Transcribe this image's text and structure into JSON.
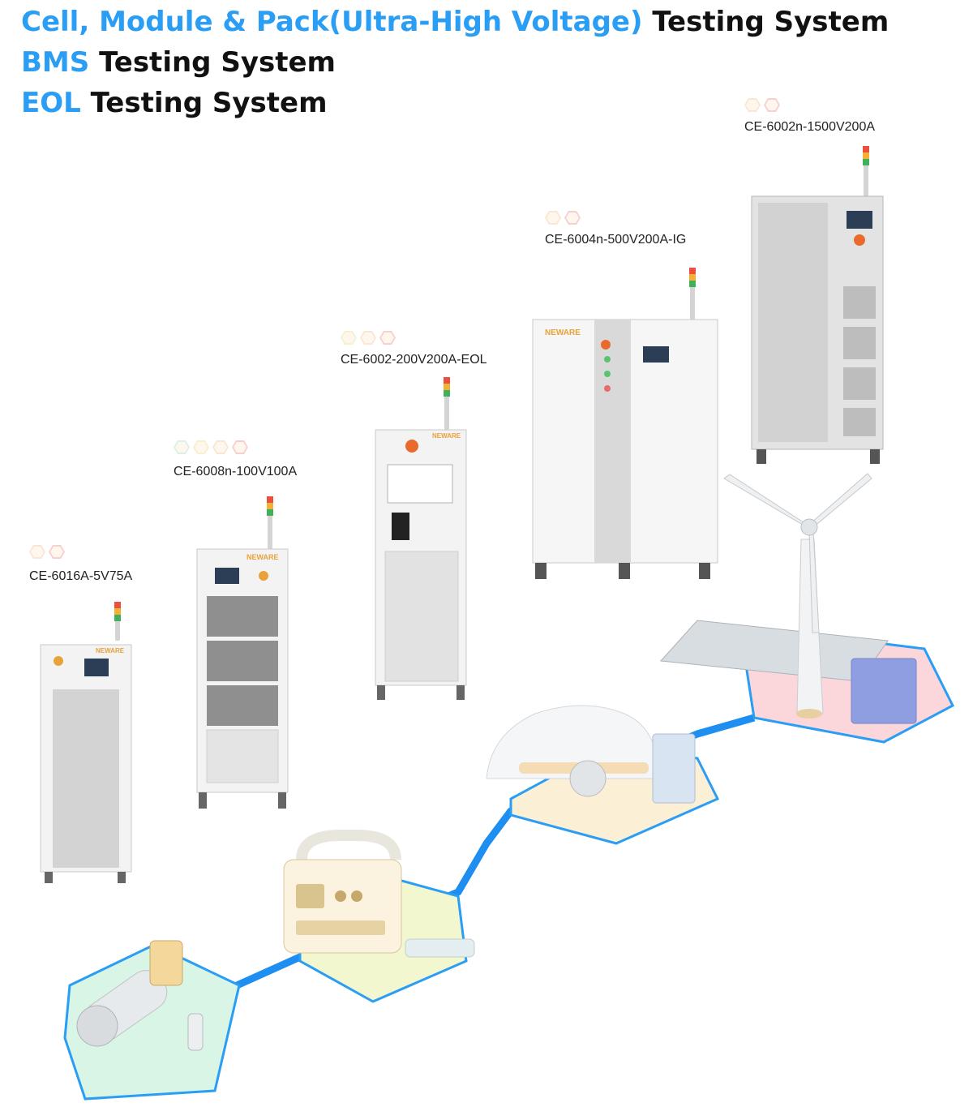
{
  "headlines": [
    {
      "blue": "Cell, Module & Pack(Ultra-High Voltage)",
      "black": " Testing System"
    },
    {
      "blue": "BMS",
      "black": " Testing System"
    },
    {
      "blue": "EOL",
      "black": "  Testing System"
    }
  ],
  "products": [
    {
      "model": "CE-6002n-1500V200A",
      "hex_colors": [
        "#f9e6d3",
        "#f6cfcf"
      ]
    },
    {
      "model": "CE-6004n-500V200A-IG",
      "hex_colors": [
        "#f9e6d3",
        "#f6cfcf"
      ]
    },
    {
      "model": "CE-6002-200V200A-EOL",
      "hex_colors": [
        "#f4f1cf",
        "#f9e6d3",
        "#f6cfcf"
      ]
    },
    {
      "model": "CE-6008n-100V100A",
      "hex_colors": [
        "#d8f2ea",
        "#f4f1cf",
        "#f9e6d3",
        "#f6cfcf"
      ]
    },
    {
      "model": "CE-6016A-5V75A",
      "hex_colors": [
        "#f9e6d3",
        "#f6cfcf"
      ]
    }
  ],
  "brand": "NEWARE",
  "colors": {
    "accent": "#2a9df4",
    "text": "#111111",
    "hex_outline": "#2a9df4"
  }
}
